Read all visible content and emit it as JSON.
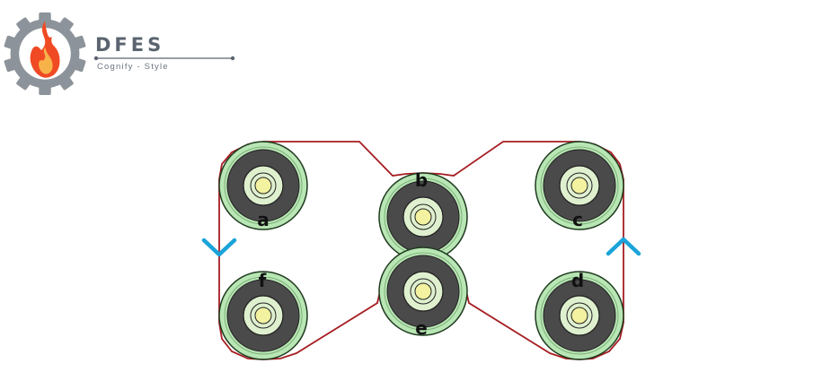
{
  "brand": {
    "name": "DFES",
    "tagline": "Cognify - Style"
  },
  "diagram": {
    "pulleys": [
      {
        "id": "a",
        "label": "a"
      },
      {
        "id": "b",
        "label": "b"
      },
      {
        "id": "c",
        "label": "c"
      },
      {
        "id": "d",
        "label": "d"
      },
      {
        "id": "e",
        "label": "e"
      },
      {
        "id": "f",
        "label": "f"
      }
    ],
    "arrows": [
      {
        "side": "left",
        "direction": "down"
      },
      {
        "side": "right",
        "direction": "up"
      }
    ]
  },
  "colors": {
    "belt": "#a61d22",
    "pulley_rim": "#b8e6b4",
    "pulley_body": "#4a4a4a",
    "pulley_hub": "#dff0cf",
    "pulley_axle": "#f2f2a0",
    "arrow": "#1aa3d9",
    "logo_gear": "#8d939a",
    "flame_outer": "#f04a24",
    "flame_inner": "#f7b24a"
  }
}
